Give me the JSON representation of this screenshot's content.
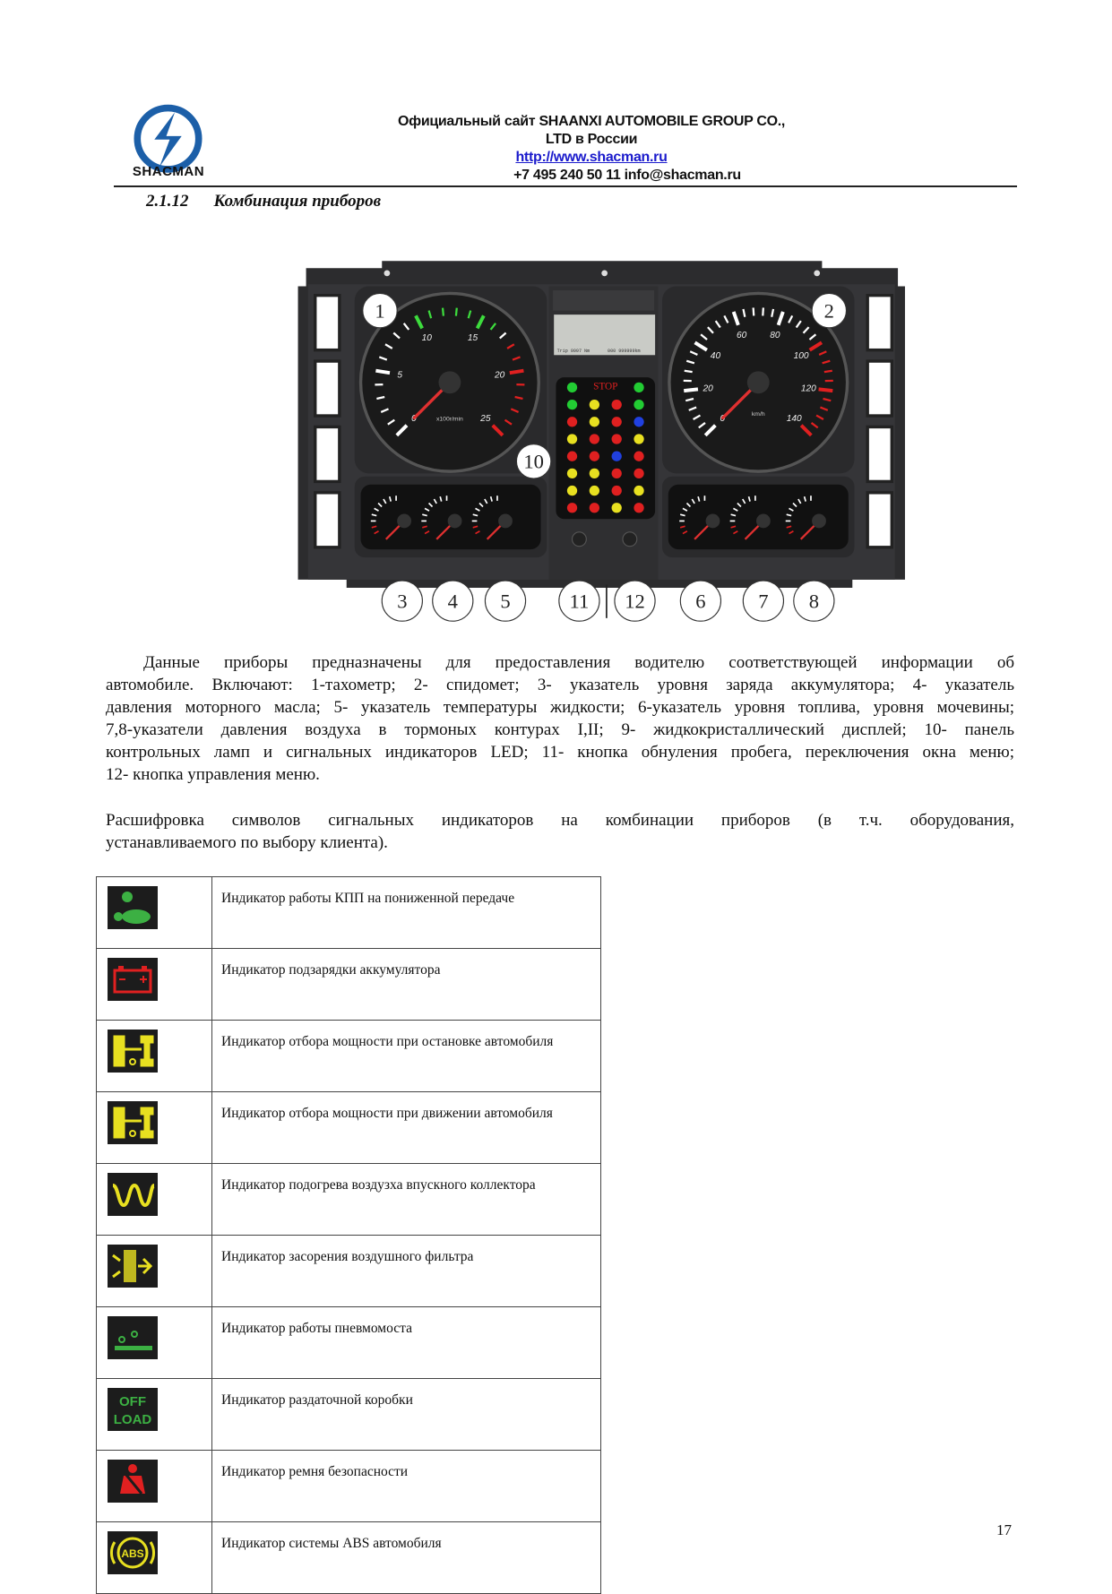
{
  "header": {
    "logo_text": "SHACMAN",
    "line1": "Официальный сайт SHAANXI AUTOMOBILE GROUP CO.,",
    "line2": "LTD в России",
    "url": "http://www.shacman.ru",
    "contacts": "+7 495 240 50 11 info@shacman.ru",
    "brand_color": "#1c5fa8"
  },
  "section": {
    "number": "2.1.12",
    "title": "Комбинация приборов"
  },
  "dashboard": {
    "callouts": {
      "c1": "1",
      "c2": "2",
      "c3": "3",
      "c4": "4",
      "c5": "5",
      "c6": "6",
      "c7": "7",
      "c8": "8",
      "c10": "10",
      "c11": "11",
      "c12": "12"
    },
    "tachometer": {
      "labels": [
        "0",
        "5",
        "10",
        "15",
        "20",
        "25"
      ],
      "unit": "x100r/min"
    },
    "speedometer": {
      "labels": [
        "0",
        "20",
        "40",
        "60",
        "80",
        "100",
        "120",
        "140"
      ],
      "unit": "km/h"
    },
    "lcd": {
      "trip": "Trip 9997 Nm",
      "odo": "000 999999km"
    },
    "led_top": "STOP",
    "led_colors": [
      [
        "#22cc33",
        "#e02020",
        "#e02020",
        "#22cc33"
      ],
      [
        "#22cc33",
        "#e8e020",
        "#e02020",
        "#22cc33"
      ],
      [
        "#e02020",
        "#e8e020",
        "#e02020",
        "#2040e0"
      ],
      [
        "#e8e020",
        "#e02020",
        "#e02020",
        "#e8e020"
      ],
      [
        "#e02020",
        "#e02020",
        "#2040e0",
        "#e02020"
      ],
      [
        "#e8e020",
        "#e8e020",
        "#e02020",
        "#e02020"
      ],
      [
        "#e8e020",
        "#e8e020",
        "#e02020",
        "#e8e020"
      ],
      [
        "#e02020",
        "#e02020",
        "#e8e020",
        "#e02020"
      ]
    ]
  },
  "paragraph1": [
    "Данные приборы предназначены для предоставления водителю соответствующей информации об",
    "автомобиле. Включают: 1-тахометр; 2- спидомет; 3- указатель уровня заряда аккумулятора; 4- указатель",
    "давления моторного масла; 5- указатель температуры жидкости; 6-указатель уровня топлива, уровня мочевины;",
    "7,8-указатели давления воздуха в тормоных контурах I,II; 9- жидкокристаллический дисплей; 10- панель",
    "контрольных ламп и сигнальных индикаторов LED; 11- кнопка обнуления пробега, переключения окна меню;",
    "12- кнопка управления меню."
  ],
  "paragraph2": [
    "Расшифровка символов сигнальных индикаторов на комбинации приборов (в т.ч. оборудования,",
    "устанавливаемого по выбору клиента)."
  ],
  "indicators": [
    {
      "icon": "low-gear-turtle-icon",
      "color": "#3cb043",
      "label": "Индикатор работы КПП на пониженной передаче"
    },
    {
      "icon": "battery-icon",
      "color": "#e02020",
      "label": "Индикатор подзарядки аккумулятора"
    },
    {
      "icon": "pto-stationary-icon",
      "color": "#e8e020",
      "label": "Индикатор отбора мощности при остановке автомобиля"
    },
    {
      "icon": "pto-moving-icon",
      "color": "#e8e020",
      "label": "Индикатор отбора мощности при движении автомобиля"
    },
    {
      "icon": "intake-heater-icon",
      "color": "#e8e020",
      "label": "Индикатор подогрева воздузха впускного коллектора"
    },
    {
      "icon": "air-filter-icon",
      "color": "#e8e020",
      "label": "Индикатор засорения воздушного фильтра"
    },
    {
      "icon": "pneumatic-axle-icon",
      "color": "#3cb043",
      "label": "Индикатор работы пневмомоста"
    },
    {
      "icon": "offload-icon",
      "color": "#3cb043",
      "label": "Индикатор раздаточной коробки",
      "icon_text": [
        "OFF",
        "LOAD"
      ]
    },
    {
      "icon": "seatbelt-icon",
      "color": "#e02020",
      "label": "Индикатор ремня безопасности"
    },
    {
      "icon": "abs-icon",
      "color": "#e8e020",
      "label": "Индикатор системы ABS автомобиля",
      "icon_text": [
        "ABS"
      ]
    }
  ],
  "page_number": "17"
}
